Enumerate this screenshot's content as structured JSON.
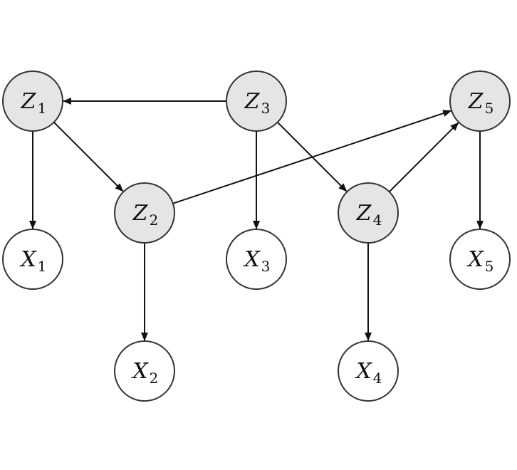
{
  "diagram": {
    "colors": {
      "latent_fill": "#e5e5e5",
      "observed_fill": "#ffffff",
      "stroke": "#333333",
      "edge": "#111111"
    },
    "nodes": [
      {
        "id": "Z1",
        "letter": "Z",
        "sub": "1",
        "kind": "latent"
      },
      {
        "id": "Z2",
        "letter": "Z",
        "sub": "2",
        "kind": "latent"
      },
      {
        "id": "Z3",
        "letter": "Z",
        "sub": "3",
        "kind": "latent"
      },
      {
        "id": "Z4",
        "letter": "Z",
        "sub": "4",
        "kind": "latent"
      },
      {
        "id": "Z5",
        "letter": "Z",
        "sub": "5",
        "kind": "latent"
      },
      {
        "id": "X1",
        "letter": "X",
        "sub": "1",
        "kind": "observed"
      },
      {
        "id": "X2",
        "letter": "X",
        "sub": "2",
        "kind": "observed"
      },
      {
        "id": "X3",
        "letter": "X",
        "sub": "3",
        "kind": "observed"
      },
      {
        "id": "X4",
        "letter": "X",
        "sub": "4",
        "kind": "observed"
      },
      {
        "id": "X5",
        "letter": "X",
        "sub": "5",
        "kind": "observed"
      }
    ],
    "edges": [
      {
        "from": "Z3",
        "to": "Z1"
      },
      {
        "from": "Z1",
        "to": "Z2"
      },
      {
        "from": "Z1",
        "to": "X1"
      },
      {
        "from": "Z2",
        "to": "X2"
      },
      {
        "from": "Z2",
        "to": "Z5"
      },
      {
        "from": "Z3",
        "to": "X3"
      },
      {
        "from": "Z3",
        "to": "Z4"
      },
      {
        "from": "Z4",
        "to": "Z5"
      },
      {
        "from": "Z4",
        "to": "X4"
      },
      {
        "from": "Z5",
        "to": "X5"
      }
    ]
  }
}
